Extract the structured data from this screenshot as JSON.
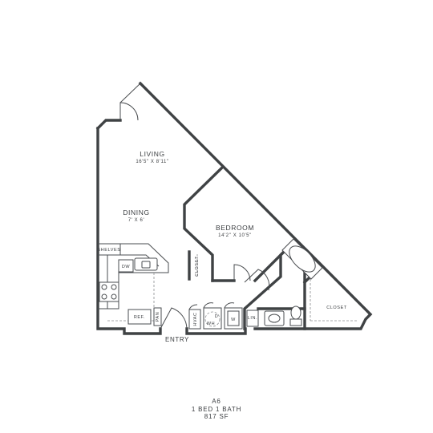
{
  "rooms": {
    "living": {
      "name": "LIVING",
      "dims": "16'5\" X 8'11\""
    },
    "dining": {
      "name": "DINING",
      "dims": "7' X 6'"
    },
    "bedroom": {
      "name": "BEDROOM",
      "dims": "14'2\" X 10'5\""
    }
  },
  "labels": {
    "shelves": "SHELVES",
    "dw": "DW",
    "closet_bed": "CLOSET",
    "closet_bath": "CLOSET",
    "ref": "REF.",
    "pan": "PAN",
    "hvac": "HVAC",
    "d": "D",
    "wh": "WH",
    "w": "W",
    "lin": "LIN.",
    "entry": "ENTRY"
  },
  "unit": {
    "name": "A6",
    "beds_baths": "1 BED  1 BATH",
    "area": "817  SF"
  }
}
